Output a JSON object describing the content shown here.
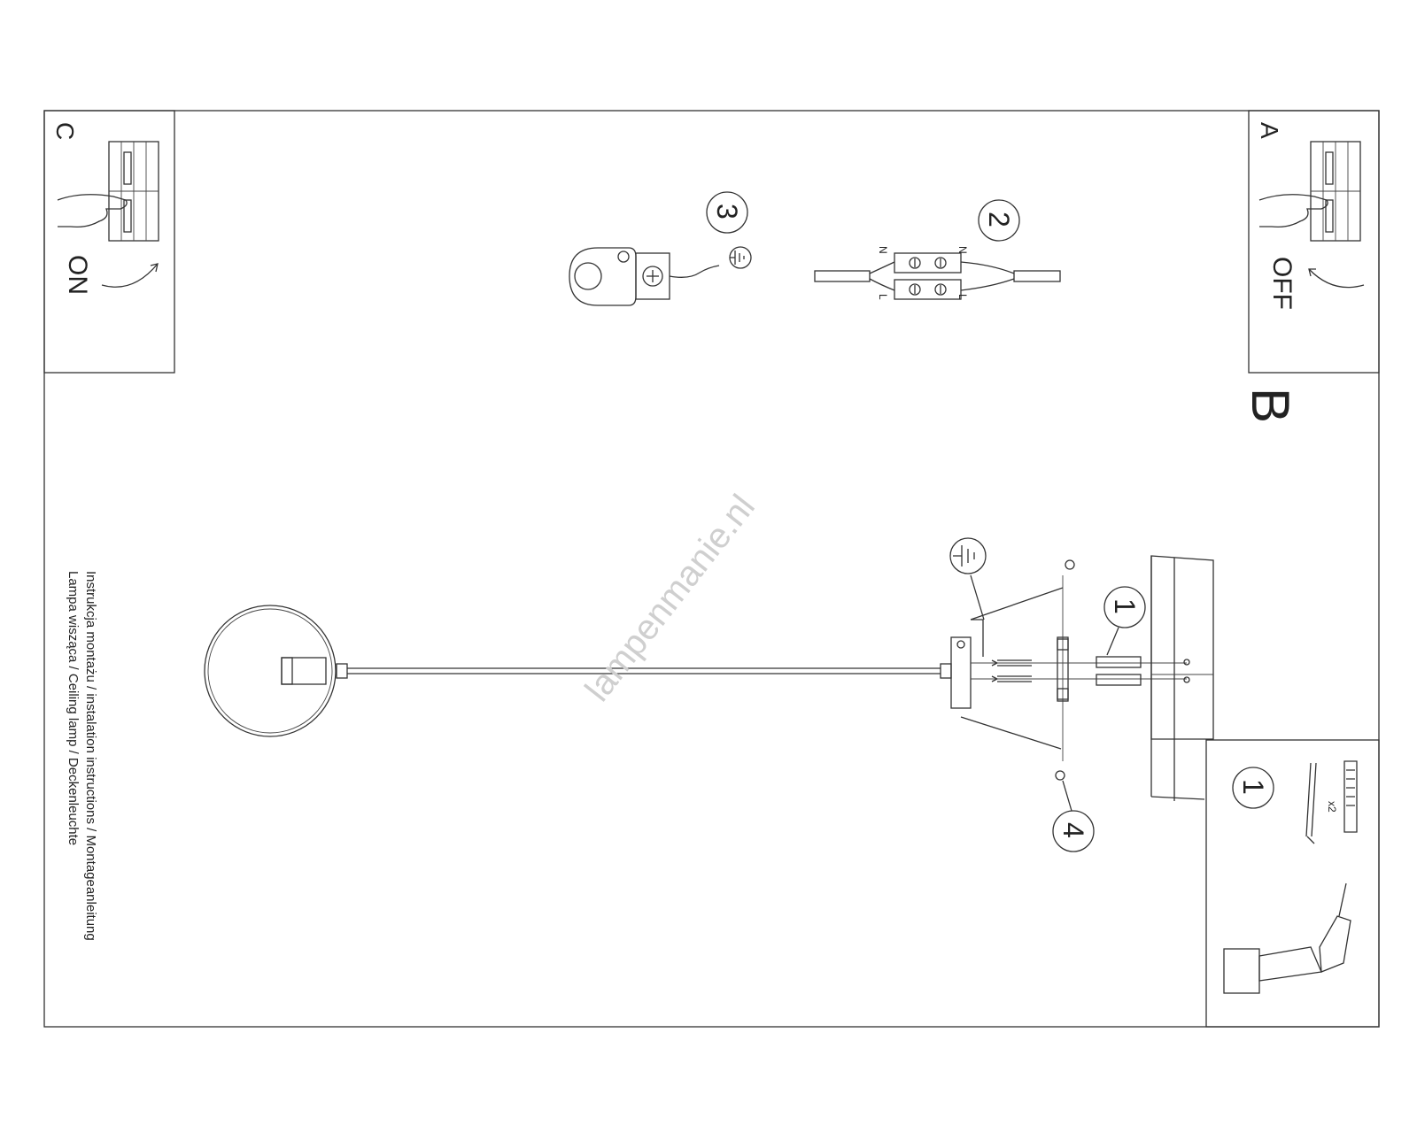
{
  "panels": {
    "a": {
      "letter": "A",
      "switch_label": "OFF"
    },
    "b": {
      "letter": "B"
    },
    "c": {
      "letter": "C",
      "switch_label": "ON"
    }
  },
  "steps": {
    "step1": "1",
    "step2": "2",
    "step3": "3",
    "step4": "4"
  },
  "wiring": {
    "neutral_label": "N",
    "live_label": "L"
  },
  "parts_box": {
    "step": "1",
    "quantity": "x2"
  },
  "title": {
    "line1": "Instrukcja montażu / instalation instructions / Montageanleitung",
    "line2": "Lampa wisząca / Ceiling lamp / Deckenleuchte"
  },
  "watermark": "lampenmanie.nl",
  "icons": [
    "light-switch-panel-icon",
    "hand-icon",
    "curved-arrow-icon",
    "earth-ground-icon",
    "drill-icon",
    "screw-icon",
    "wall-plug-icon"
  ]
}
